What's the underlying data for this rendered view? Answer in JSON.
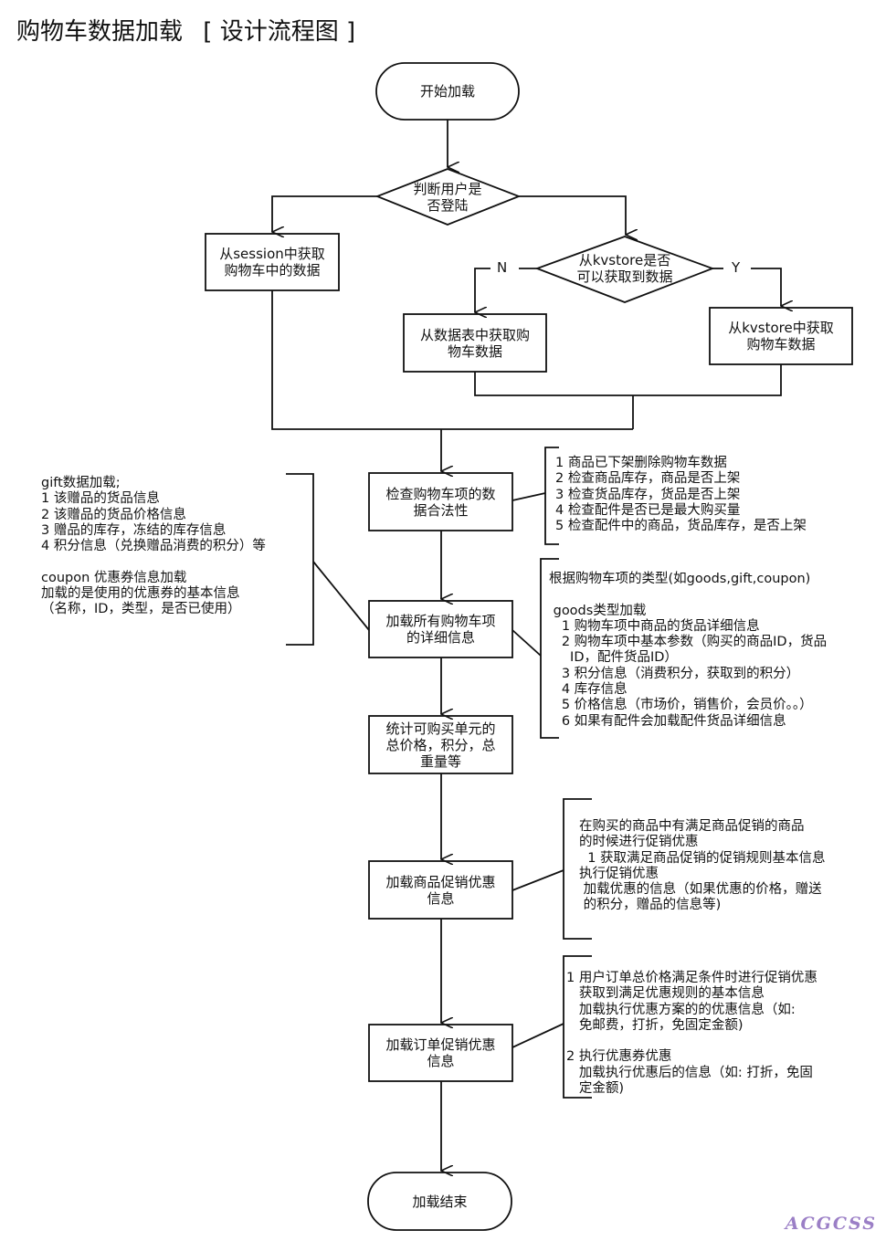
{
  "title": {
    "main": "购物车数据加载",
    "sub": "[ 设计流程图 ]"
  },
  "nodes": {
    "start": "开始加载",
    "decision_login": "判断用户是否登陆",
    "from_session": "从session中获取购物车中的数据",
    "decision_kvstore": "从kvstore是否可以获取到数据",
    "from_db": "从数据表中获取购物车数据",
    "from_kvstore": "从kvstore中获取购物车数据",
    "check_valid": "检查购物车项的数据合法性",
    "load_detail": "加载所有购物车项的详细信息",
    "calc_totals": "统计可购买单元的总价格，积分，总重量等",
    "goods_promo": "加载商品促销优惠信息",
    "order_promo": "加载订单促销优惠信息",
    "end": "加载结束"
  },
  "node_lines": {
    "decision_login": [
      "判断用户是",
      "否登陆"
    ],
    "from_session": [
      "从session中获取",
      "购物车中的数据"
    ],
    "decision_kvstore": [
      "从kvstore是否",
      "可以获取到数据"
    ],
    "from_db": [
      "从数据表中获取购",
      "物车数据"
    ],
    "from_kvstore": [
      "从kvstore中获取",
      "购物车数据"
    ],
    "check_valid": [
      "检查购物车项的数",
      "据合法性"
    ],
    "load_detail": [
      "加载所有购物车项",
      "的详细信息"
    ],
    "calc_totals": [
      "统计可购买单元的",
      "总价格，积分，总",
      "重量等"
    ],
    "goods_promo": [
      "加载商品促销优惠",
      "信息"
    ],
    "order_promo": [
      "加载订单促销优惠",
      "信息"
    ]
  },
  "branch_labels": {
    "no": "N",
    "yes": "Y"
  },
  "notes": {
    "validity_checks": [
      "1 商品已下架删除购物车数据",
      "2 检查商品库存，商品是否上架",
      "3 检查货品库存，货品是否上架",
      "4 检查配件是否已是最大购买量",
      "5 检查配件中的商品，货品库存，是否上架"
    ],
    "gift_coupon": [
      "gift数据加载;",
      "1 该赠品的货品信息",
      "2 该赠品的货品价格信息",
      "3 赠品的库存，冻结的库存信息",
      "4 积分信息（兑换赠品消费的积分）等",
      "",
      "coupon 优惠券信息加载",
      "加载的是使用的优惠券的基本信息",
      "（名称，ID，类型，是否已使用）"
    ],
    "goods_detail": [
      "根据购物车项的类型(如goods,gift,coupon)",
      "",
      " goods类型加载",
      "   1 购物车项中商品的货品详细信息",
      "   2 购物车项中基本参数（购买的商品ID，货品",
      "     ID，配件货品ID）",
      "   3 积分信息（消费积分，获取到的积分）",
      "   4 库存信息",
      "   5 价格信息（市场价，销售价，会员价。。）",
      "   6 如果有配件会加载配件货品详细信息"
    ],
    "goods_promo": [
      "在购买的商品中有满足商品促销的商品",
      "的时候进行促销优惠",
      "  1 获取满足商品促销的促销规则基本信息",
      "执行促销优惠",
      " 加载优惠的信息（如果优惠的价格，赠送",
      " 的积分，赠品的信息等)"
    ],
    "order_promo": [
      "1 用户订单总价格满足条件时进行促销优惠",
      "   获取到满足优惠规则的基本信息",
      "   加载执行优惠方案的的优惠信息（如:",
      "   免邮费，打折，免固定金额)",
      "",
      "2 执行优惠券优惠",
      "   加载执行优惠后的信息（如: 打折，免固",
      "   定金额)"
    ]
  },
  "watermark": "ACGCSS",
  "colors": {
    "stroke": "#111111",
    "background": "#ffffff",
    "watermark": "#9b7fc6"
  }
}
